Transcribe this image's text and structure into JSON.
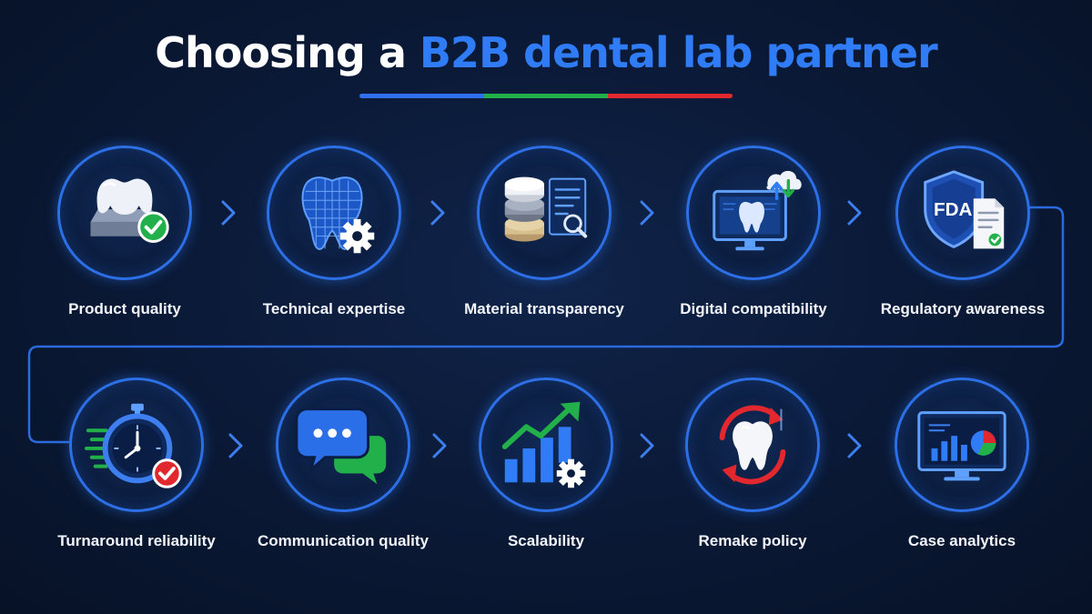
{
  "title": {
    "part1": "Choosing a ",
    "part2": "B2B dental lab partner",
    "accent_color": "#2f7cf6"
  },
  "underline_colors": [
    "#2f6ff0",
    "#22b04b",
    "#e0282e"
  ],
  "colors": {
    "circle_border": "#2c6fe6",
    "check_green": "#22b04b",
    "alert_red": "#e0282e",
    "label_white": "#f2f5fb"
  },
  "steps": [
    {
      "label": "Product quality",
      "icon": "crown-checkmark-icon"
    },
    {
      "label": "Technical expertise",
      "icon": "tooth-gear-icon"
    },
    {
      "label": "Material transparency",
      "icon": "material-discs-document-icon"
    },
    {
      "label": "Digital compatibility",
      "icon": "monitor-cloud-sync-icon"
    },
    {
      "label": "Regulatory awareness",
      "icon": "fda-shield-document-icon"
    },
    {
      "label": "Turnaround reliability",
      "icon": "stopwatch-checkmark-icon"
    },
    {
      "label": "Communication quality",
      "icon": "chat-bubbles-icon"
    },
    {
      "label": "Scalability",
      "icon": "growth-chart-gear-icon"
    },
    {
      "label": "Remake policy",
      "icon": "tooth-refresh-icon"
    },
    {
      "label": "Case analytics",
      "icon": "analytics-monitor-icon"
    }
  ],
  "fda_text": "FDA"
}
